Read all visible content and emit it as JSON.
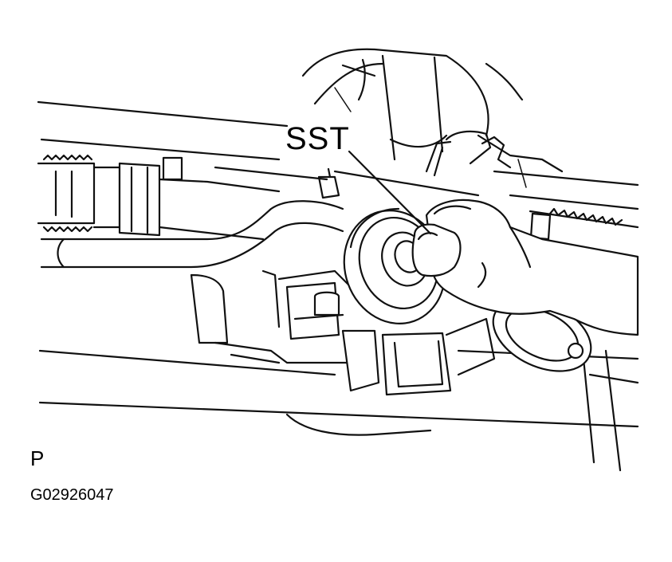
{
  "labels": {
    "callout": "SST",
    "view_letter": "P",
    "figure_id": "G02926047"
  },
  "icons": [
    "steering-rack-illustration",
    "hand-icon",
    "pinion-seal-icon"
  ],
  "colors": {
    "line": "#111111",
    "background": "#ffffff"
  }
}
